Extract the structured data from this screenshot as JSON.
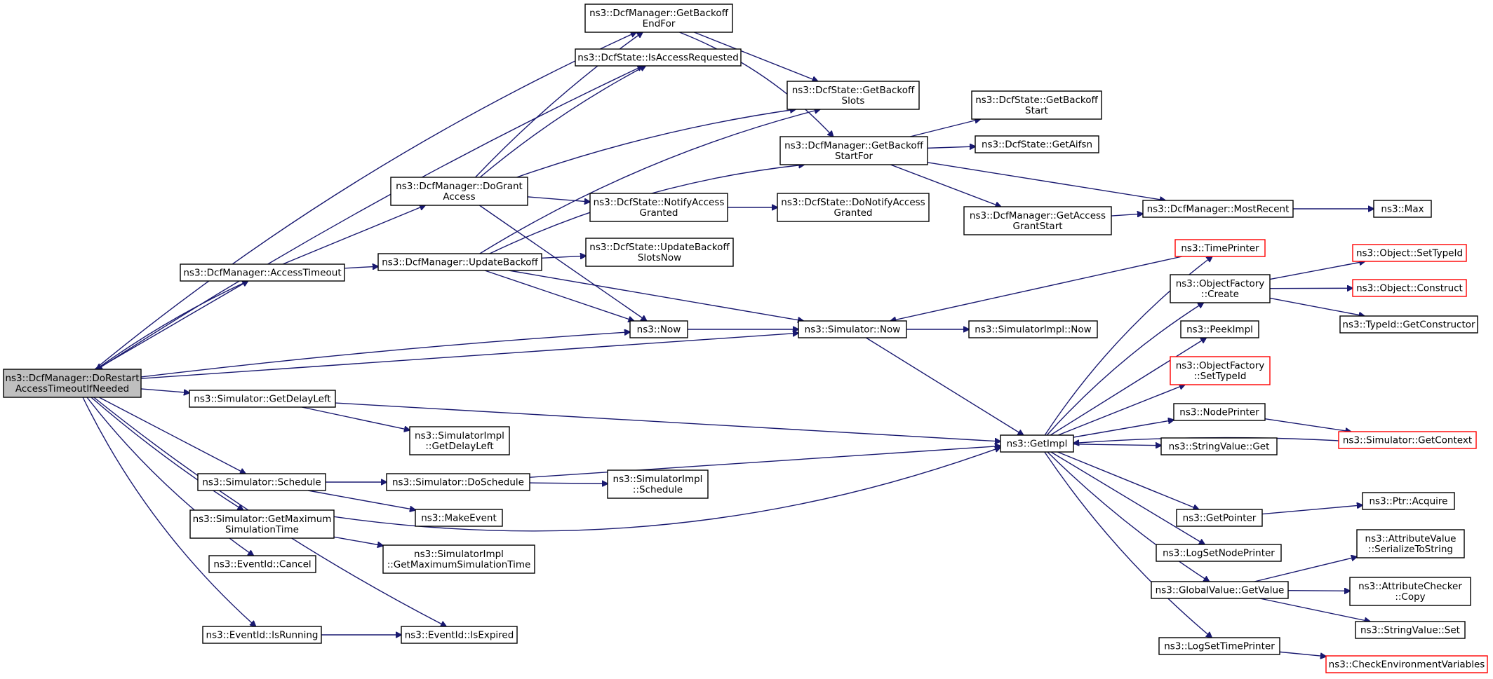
{
  "nodes": [
    {
      "id": "root",
      "lines": [
        "ns3::DcfManager::DoRestart",
        "AccessTimeoutIfNeeded"
      ],
      "style": "root"
    },
    {
      "id": "getBackoffEndFor",
      "lines": [
        "ns3::DcfManager::GetBackoff",
        "EndFor"
      ],
      "style": "normal"
    },
    {
      "id": "isAccessRequested",
      "lines": [
        "ns3::DcfState::IsAccessRequested"
      ],
      "style": "normal"
    },
    {
      "id": "getBackoffSlots",
      "lines": [
        "ns3::DcfState::GetBackoff",
        "Slots"
      ],
      "style": "normal"
    },
    {
      "id": "getBackoffStart",
      "lines": [
        "ns3::DcfState::GetBackoff",
        "Start"
      ],
      "style": "normal"
    },
    {
      "id": "getBackoffStartFor",
      "lines": [
        "ns3::DcfManager::GetBackoff",
        "StartFor"
      ],
      "style": "normal"
    },
    {
      "id": "getAifsn",
      "lines": [
        "ns3::DcfState::GetAifsn"
      ],
      "style": "normal"
    },
    {
      "id": "doGrantAccess",
      "lines": [
        "ns3::DcfManager::DoGrant",
        "Access"
      ],
      "style": "normal"
    },
    {
      "id": "notifyAccessGranted",
      "lines": [
        "ns3::DcfState::NotifyAccess",
        "Granted"
      ],
      "style": "normal"
    },
    {
      "id": "doNotifyAccessGranted",
      "lines": [
        "ns3::DcfState::DoNotifyAccess",
        "Granted"
      ],
      "style": "normal"
    },
    {
      "id": "getAccessGrantStart",
      "lines": [
        "ns3::DcfManager::GetAccess",
        "GrantStart"
      ],
      "style": "normal"
    },
    {
      "id": "mostRecent",
      "lines": [
        "ns3::DcfManager::MostRecent"
      ],
      "style": "normal"
    },
    {
      "id": "max",
      "lines": [
        "ns3::Max"
      ],
      "style": "normal"
    },
    {
      "id": "accessTimeout",
      "lines": [
        "ns3::DcfManager::AccessTimeout"
      ],
      "style": "normal"
    },
    {
      "id": "updateBackoff",
      "lines": [
        "ns3::DcfManager::UpdateBackoff"
      ],
      "style": "normal"
    },
    {
      "id": "updateBackoffSlotsNow",
      "lines": [
        "ns3::DcfState::UpdateBackoff",
        "SlotsNow"
      ],
      "style": "normal"
    },
    {
      "id": "timePrinter",
      "lines": [
        "ns3::TimePrinter"
      ],
      "style": "red"
    },
    {
      "id": "objectFactoryCreate",
      "lines": [
        "ns3::ObjectFactory",
        "::Create"
      ],
      "style": "normal"
    },
    {
      "id": "objectSetTypeId",
      "lines": [
        "ns3::Object::SetTypeId"
      ],
      "style": "red"
    },
    {
      "id": "objectConstruct",
      "lines": [
        "ns3::Object::Construct"
      ],
      "style": "red"
    },
    {
      "id": "typeIdGetConstructor",
      "lines": [
        "ns3::TypeId::GetConstructor"
      ],
      "style": "normal"
    },
    {
      "id": "now",
      "lines": [
        "ns3::Now"
      ],
      "style": "normal"
    },
    {
      "id": "simulatorNow",
      "lines": [
        "ns3::Simulator::Now"
      ],
      "style": "normal"
    },
    {
      "id": "simulatorImplNow",
      "lines": [
        "ns3::SimulatorImpl::Now"
      ],
      "style": "normal"
    },
    {
      "id": "peekImpl",
      "lines": [
        "ns3::PeekImpl"
      ],
      "style": "normal"
    },
    {
      "id": "objectFactorySetTypeId",
      "lines": [
        "ns3::ObjectFactory",
        "::SetTypeId"
      ],
      "style": "red"
    },
    {
      "id": "getDelayLeft",
      "lines": [
        "ns3::Simulator::GetDelayLeft"
      ],
      "style": "normal"
    },
    {
      "id": "simulatorImplGetDelayLeft",
      "lines": [
        "ns3::SimulatorImpl",
        "::GetDelayLeft"
      ],
      "style": "normal"
    },
    {
      "id": "nodePrinter",
      "lines": [
        "ns3::NodePrinter"
      ],
      "style": "normal"
    },
    {
      "id": "simulatorGetContext",
      "lines": [
        "ns3::Simulator::GetContext"
      ],
      "style": "red"
    },
    {
      "id": "getImpl",
      "lines": [
        "ns3::GetImpl"
      ],
      "style": "normal"
    },
    {
      "id": "stringValueGet",
      "lines": [
        "ns3::StringValue::Get"
      ],
      "style": "normal"
    },
    {
      "id": "schedule",
      "lines": [
        "ns3::Simulator::Schedule"
      ],
      "style": "normal"
    },
    {
      "id": "doSchedule",
      "lines": [
        "ns3::Simulator::DoSchedule"
      ],
      "style": "normal"
    },
    {
      "id": "simulatorImplSchedule",
      "lines": [
        "ns3::SimulatorImpl",
        "::Schedule"
      ],
      "style": "normal"
    },
    {
      "id": "ptrAcquire",
      "lines": [
        "ns3::Ptr::Acquire"
      ],
      "style": "normal"
    },
    {
      "id": "makeEvent",
      "lines": [
        "ns3::MakeEvent"
      ],
      "style": "normal"
    },
    {
      "id": "getPointer",
      "lines": [
        "ns3::GetPointer"
      ],
      "style": "normal"
    },
    {
      "id": "getMaxSimTime",
      "lines": [
        "ns3::Simulator::GetMaximum",
        "SimulationTime"
      ],
      "style": "normal"
    },
    {
      "id": "simulatorImplGetMaxSimTime",
      "lines": [
        "ns3::SimulatorImpl",
        "::GetMaximumSimulationTime"
      ],
      "style": "normal"
    },
    {
      "id": "logSetNodePrinter",
      "lines": [
        "ns3::LogSetNodePrinter"
      ],
      "style": "normal"
    },
    {
      "id": "serializeToString",
      "lines": [
        "ns3::AttributeValue",
        "::SerializeToString"
      ],
      "style": "normal"
    },
    {
      "id": "eventIdCancel",
      "lines": [
        "ns3::EventId::Cancel"
      ],
      "style": "normal"
    },
    {
      "id": "globalValueGetValue",
      "lines": [
        "ns3::GlobalValue::GetValue"
      ],
      "style": "normal"
    },
    {
      "id": "attributeCheckerCopy",
      "lines": [
        "ns3::AttributeChecker",
        "::Copy"
      ],
      "style": "normal"
    },
    {
      "id": "stringValueSet",
      "lines": [
        "ns3::StringValue::Set"
      ],
      "style": "normal"
    },
    {
      "id": "eventIdIsRunning",
      "lines": [
        "ns3::EventId::IsRunning"
      ],
      "style": "normal"
    },
    {
      "id": "eventIdIsExpired",
      "lines": [
        "ns3::EventId::IsExpired"
      ],
      "style": "normal"
    },
    {
      "id": "logSetTimePrinter",
      "lines": [
        "ns3::LogSetTimePrinter"
      ],
      "style": "normal"
    },
    {
      "id": "checkEnvVars",
      "lines": [
        "ns3::CheckEnvironmentVariables"
      ],
      "style": "red"
    }
  ],
  "edges": [
    [
      "root",
      "getBackoffEndFor"
    ],
    [
      "root",
      "isAccessRequested"
    ],
    [
      "root",
      "accessTimeout"
    ],
    [
      "root",
      "now"
    ],
    [
      "root",
      "simulatorNow"
    ],
    [
      "root",
      "getDelayLeft"
    ],
    [
      "root",
      "schedule"
    ],
    [
      "root",
      "getMaxSimTime"
    ],
    [
      "root",
      "eventIdCancel"
    ],
    [
      "root",
      "eventIdIsRunning"
    ],
    [
      "root",
      "eventIdIsExpired"
    ],
    [
      "getBackoffEndFor",
      "getBackoffSlots"
    ],
    [
      "getBackoffEndFor",
      "getBackoffStartFor"
    ],
    [
      "getBackoffStartFor",
      "getBackoffStart"
    ],
    [
      "getBackoffStartFor",
      "getAifsn"
    ],
    [
      "getBackoffStartFor",
      "getAccessGrantStart"
    ],
    [
      "getBackoffStartFor",
      "mostRecent"
    ],
    [
      "getAccessGrantStart",
      "mostRecent"
    ],
    [
      "mostRecent",
      "max"
    ],
    [
      "doGrantAccess",
      "getBackoffEndFor"
    ],
    [
      "doGrantAccess",
      "isAccessRequested"
    ],
    [
      "doGrantAccess",
      "getBackoffSlots"
    ],
    [
      "doGrantAccess",
      "notifyAccessGranted"
    ],
    [
      "doGrantAccess",
      "now"
    ],
    [
      "notifyAccessGranted",
      "doNotifyAccessGranted"
    ],
    [
      "accessTimeout",
      "doGrantAccess"
    ],
    [
      "accessTimeout",
      "updateBackoff"
    ],
    [
      "accessTimeout",
      "root"
    ],
    [
      "updateBackoff",
      "getBackoffSlots"
    ],
    [
      "updateBackoff",
      "getBackoffStartFor"
    ],
    [
      "updateBackoff",
      "updateBackoffSlotsNow"
    ],
    [
      "updateBackoff",
      "now"
    ],
    [
      "updateBackoff",
      "simulatorNow"
    ],
    [
      "now",
      "simulatorNow"
    ],
    [
      "simulatorNow",
      "simulatorImplNow"
    ],
    [
      "simulatorNow",
      "getImpl"
    ],
    [
      "timePrinter",
      "simulatorNow"
    ],
    [
      "getImpl",
      "timePrinter"
    ],
    [
      "getImpl",
      "objectFactoryCreate"
    ],
    [
      "getImpl",
      "peekImpl"
    ],
    [
      "getImpl",
      "objectFactorySetTypeId"
    ],
    [
      "getImpl",
      "nodePrinter"
    ],
    [
      "getImpl",
      "stringValueGet"
    ],
    [
      "getImpl",
      "getPointer"
    ],
    [
      "getImpl",
      "logSetNodePrinter"
    ],
    [
      "getImpl",
      "globalValueGetValue"
    ],
    [
      "getImpl",
      "logSetTimePrinter"
    ],
    [
      "objectFactoryCreate",
      "objectSetTypeId"
    ],
    [
      "objectFactoryCreate",
      "objectConstruct"
    ],
    [
      "objectFactoryCreate",
      "typeIdGetConstructor"
    ],
    [
      "nodePrinter",
      "simulatorGetContext"
    ],
    [
      "simulatorGetContext",
      "getImpl"
    ],
    [
      "getPointer",
      "ptrAcquire"
    ],
    [
      "globalValueGetValue",
      "serializeToString"
    ],
    [
      "globalValueGetValue",
      "attributeCheckerCopy"
    ],
    [
      "globalValueGetValue",
      "stringValueSet"
    ],
    [
      "logSetTimePrinter",
      "checkEnvVars"
    ],
    [
      "getDelayLeft",
      "simulatorImplGetDelayLeft"
    ],
    [
      "getDelayLeft",
      "getImpl"
    ],
    [
      "schedule",
      "doSchedule"
    ],
    [
      "schedule",
      "makeEvent"
    ],
    [
      "doSchedule",
      "simulatorImplSchedule"
    ],
    [
      "doSchedule",
      "getImpl"
    ],
    [
      "getMaxSimTime",
      "simulatorImplGetMaxSimTime"
    ],
    [
      "getMaxSimTime",
      "getImpl"
    ],
    [
      "eventIdIsRunning",
      "eventIdIsExpired"
    ]
  ]
}
